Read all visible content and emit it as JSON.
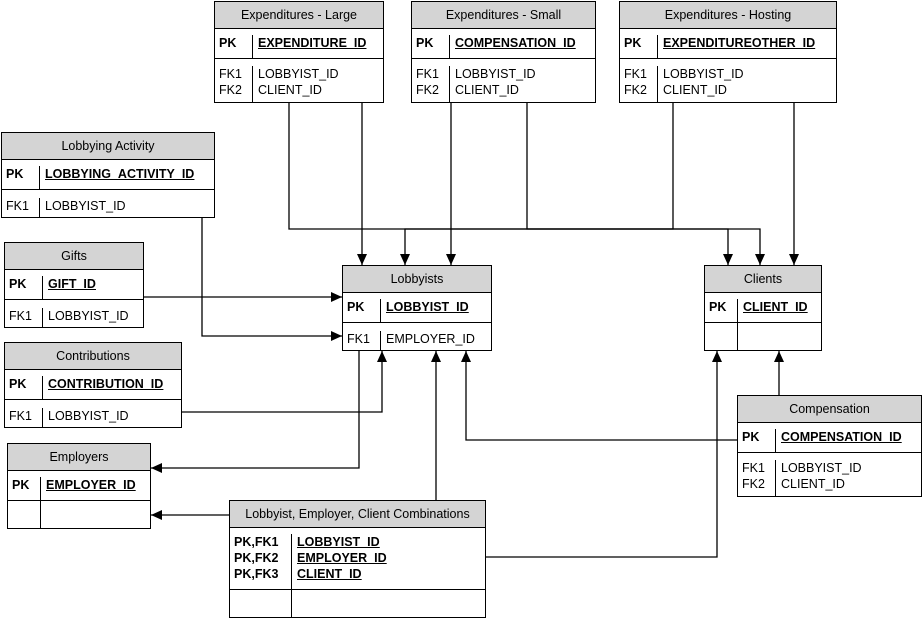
{
  "tables": {
    "exp_large": {
      "title": "Expenditures - Large",
      "pk_keys": [
        "PK"
      ],
      "pk_fields": [
        "EXPENDITURE_ID"
      ],
      "fk_keys": [
        "FK1",
        "FK2"
      ],
      "fk_fields": [
        "LOBBYIST_ID",
        "CLIENT_ID"
      ]
    },
    "exp_small": {
      "title": "Expenditures - Small",
      "pk_keys": [
        "PK"
      ],
      "pk_fields": [
        "COMPENSATION_ID"
      ],
      "fk_keys": [
        "FK1",
        "FK2"
      ],
      "fk_fields": [
        "LOBBYIST_ID",
        "CLIENT_ID"
      ]
    },
    "exp_hosting": {
      "title": "Expenditures - Hosting",
      "pk_keys": [
        "PK"
      ],
      "pk_fields": [
        "EXPENDITUREOTHER_ID"
      ],
      "fk_keys": [
        "FK1",
        "FK2"
      ],
      "fk_fields": [
        "LOBBYIST_ID",
        "CLIENT_ID"
      ]
    },
    "lobbying_activity": {
      "title": "Lobbying Activity",
      "pk_keys": [
        "PK"
      ],
      "pk_fields": [
        "LOBBYING_ACTIVITY_ID"
      ],
      "fk_keys": [
        "FK1"
      ],
      "fk_fields": [
        "LOBBYIST_ID"
      ]
    },
    "gifts": {
      "title": "Gifts",
      "pk_keys": [
        "PK"
      ],
      "pk_fields": [
        "GIFT_ID"
      ],
      "fk_keys": [
        "FK1"
      ],
      "fk_fields": [
        "LOBBYIST_ID"
      ]
    },
    "contributions": {
      "title": "Contributions",
      "pk_keys": [
        "PK"
      ],
      "pk_fields": [
        "CONTRIBUTION_ID"
      ],
      "fk_keys": [
        "FK1"
      ],
      "fk_fields": [
        "LOBBYIST_ID"
      ]
    },
    "employers": {
      "title": "Employers",
      "pk_keys": [
        "PK"
      ],
      "pk_fields": [
        "EMPLOYER_ID"
      ],
      "fk_keys": [],
      "fk_fields": []
    },
    "lobbyists": {
      "title": "Lobbyists",
      "pk_keys": [
        "PK"
      ],
      "pk_fields": [
        "LOBBYIST_ID"
      ],
      "fk_keys": [
        "FK1"
      ],
      "fk_fields": [
        "EMPLOYER_ID"
      ]
    },
    "clients": {
      "title": "Clients",
      "pk_keys": [
        "PK"
      ],
      "pk_fields": [
        "CLIENT_ID"
      ],
      "fk_keys": [],
      "fk_fields": []
    },
    "compensation": {
      "title": "Compensation",
      "pk_keys": [
        "PK"
      ],
      "pk_fields": [
        "COMPENSATION_ID"
      ],
      "fk_keys": [
        "FK1",
        "FK2"
      ],
      "fk_fields": [
        "LOBBYIST_ID",
        "CLIENT_ID"
      ]
    },
    "combinations": {
      "title": "Lobbyist, Employer, Client Combinations",
      "pk_keys": [
        "PK,FK1",
        "PK,FK2",
        "PK,FK3"
      ],
      "pk_fields": [
        "LOBBYIST_ID",
        "EMPLOYER_ID",
        "CLIENT_ID"
      ],
      "fk_keys": [],
      "fk_fields": []
    }
  },
  "colors": {
    "header_fill": "#d4d4d4",
    "line": "#000000",
    "background": "#ffffff"
  }
}
